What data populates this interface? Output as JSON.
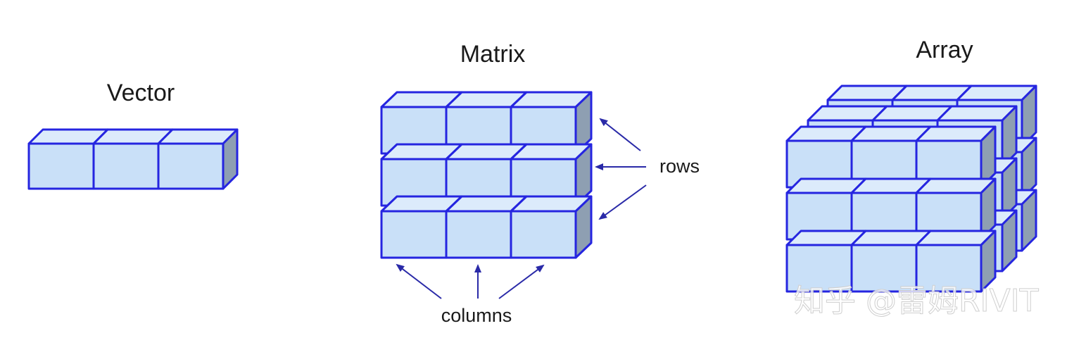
{
  "titles": {
    "vector": "Vector",
    "matrix": "Matrix",
    "array": "Array"
  },
  "annotations": {
    "rows": "rows",
    "columns": "columns"
  },
  "watermark": "知乎 @雷姆RIVIT",
  "colors": {
    "cube_front": "#c9e0f8",
    "cube_top": "#dcebfb",
    "cube_side": "#8e9fb2",
    "cube_edge": "#2525e0",
    "arrow": "#2a2aa8"
  }
}
